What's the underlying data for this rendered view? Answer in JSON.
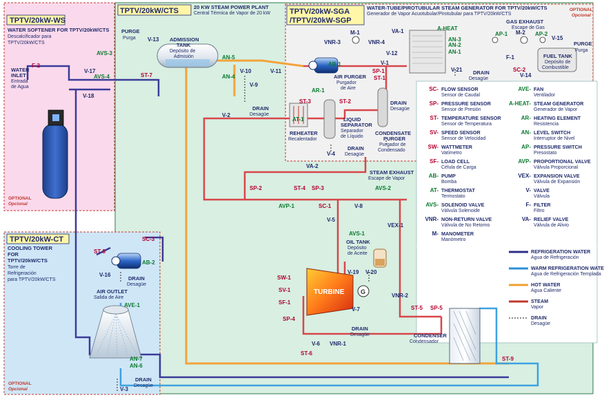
{
  "panels": {
    "ws": {
      "title": "TPTV/20kW-WS",
      "desc1": "WATER SOFTENER FOR TPTV/20kW/CTS",
      "desc2": "Descalcificador para",
      "desc3": "TPTV/20kW/CTS",
      "optional1": "OPTIONAL",
      "optional2": "Opcional"
    },
    "cts": {
      "title": "TPTV/20kW/CTS",
      "desc1": "20 KW STEAM POWER PLANT",
      "desc2": "Central Térmica de Vapor de 20 kW"
    },
    "sga": {
      "title1": "TPTV/20kW-SGA",
      "title2": "/TPTV/20kW-SGP",
      "desc1": "WATER-TUBE/PIROTUBULAR STEAM GENERATOR FOR TPTV/20kW/CTS",
      "desc2": "Generador de Vapor Acuotubular/Pirotubular para TPTV/20kW/CTS",
      "optional1": "OPTIONAL",
      "optional2": "Opcional"
    },
    "ct": {
      "title": "TPTV/20kW-CT",
      "desc1": "COOLING TOWER",
      "desc2": "FOR",
      "desc3": "TPTV/20kW/CTS",
      "desc4": "Torre de",
      "desc5": "Refrigeración",
      "desc6": "para TPTV/20kW/CTS",
      "optional1": "OPTIONAL",
      "optional2": "Opcional"
    }
  },
  "labels": {
    "water_inlet": [
      "WATER",
      "INLET",
      "Entrada",
      "de Agua"
    ],
    "purge": [
      "PURGE",
      "Purga"
    ],
    "admission_tank": [
      "ADMISSION",
      "TANK",
      "Depósito de",
      "Admisión"
    ],
    "drain": [
      "DRAIN",
      "Desagüe"
    ],
    "gas_exhaust": [
      "GAS EXHAUST",
      "Escape de Gas"
    ],
    "purge_right": [
      "PURGE",
      "Purga"
    ],
    "fuel_tank": [
      "FUEL TANK",
      "Depósito de",
      "Combustible"
    ],
    "air_purger": [
      "AIR PURGER",
      "Purgador",
      "de Aire"
    ],
    "reheater": [
      "REHEATER",
      "Recalentador"
    ],
    "liquid_separator": [
      "LIQUID",
      "SEPARATOR",
      "Separador",
      "de Líquido"
    ],
    "condensate_purger": [
      "CONDENSATE",
      "PURGER",
      "Purgador de",
      "Condensado"
    ],
    "steam_exhaust": [
      "STEAM EXHAUST",
      "Escape de Vapor"
    ],
    "oil_tank": [
      "OIL TANK",
      "Depósito",
      "de Aceite"
    ],
    "turbine": "TURBINE",
    "generator": "G",
    "condenser": [
      "CONDENSER",
      "Condensador"
    ],
    "air_outlet": [
      "AIR OUTLET",
      "Salida de Aire"
    ]
  },
  "tags": {
    "f2": "F-2",
    "avs3": "AVS-3",
    "v17": "V-17",
    "avs4": "AVS-4",
    "v18": "V-18",
    "v13": "V-13",
    "st7": "ST-7",
    "an5": "AN-5",
    "an4": "AN-4",
    "v10": "V-10",
    "v11": "V-11",
    "v9": "V-9",
    "vnr3": "VNR-3",
    "m1": "M-1",
    "vnr4": "VNR-4",
    "va1": "VA-1",
    "aheat": "A-HEAT",
    "an3": "AN-3",
    "an2": "AN-2",
    "an1": "AN-1",
    "ap1": "AP-1",
    "m2": "M-2",
    "ap2": "AP-2",
    "v15": "V-15",
    "f1": "F-1",
    "sc2": "SC-2",
    "v14": "V-14",
    "ab1": "AB-1",
    "v12": "V-12",
    "v1": "V-1",
    "sp1": "SP-1",
    "st1": "ST-1",
    "v21": "V-21",
    "ar1": "AR-1",
    "st3": "ST-3",
    "st2": "ST-2",
    "at1": "AT-1",
    "v4": "V-4",
    "v2": "V-2",
    "va2": "VA-2",
    "sp2": "SP-2",
    "st4": "ST-4",
    "sp3": "SP-3",
    "avp1": "AVP-1",
    "sc1": "SC-1",
    "v8": "V-8",
    "avs2": "AVS-2",
    "v5": "V-5",
    "avs1": "AVS-1",
    "vex1": "VEX-1",
    "v19": "V-19",
    "v20": "V-20",
    "sw1": "SW-1",
    "sv1": "SV-1",
    "sf1": "SF-1",
    "sp4": "SP-4",
    "v7": "V-7",
    "v6": "V-6",
    "vnr1": "VNR-1",
    "vnr2": "VNR-2",
    "st5": "ST-5",
    "sp5": "SP-5",
    "st6": "ST-6",
    "st9": "ST-9",
    "st8": "ST-8",
    "sc3": "SC-3",
    "ab2": "AB-2",
    "v16": "V-16",
    "ave1": "AVE-1",
    "an7": "AN-7",
    "an6": "AN-6",
    "v3": "V-3"
  },
  "legend": [
    {
      "code": "SC-",
      "en": "FLOW SENSOR",
      "es": "Sensor de Caudal",
      "col": "red"
    },
    {
      "code": "SP-",
      "en": "PRESSURE SENSOR",
      "es": "Sensor de Presión",
      "col": "red"
    },
    {
      "code": "ST-",
      "en": "TEMPERATURE SENSOR",
      "es": "Sensor de Temperatura",
      "col": "red"
    },
    {
      "code": "SV-",
      "en": "SPEED SENSOR",
      "es": "Sensor de Velocidad",
      "col": "red"
    },
    {
      "code": "SW-",
      "en": "WATTMETER",
      "es": "Vatímetro",
      "col": "red"
    },
    {
      "code": "SF-",
      "en": "LOAD CELL",
      "es": "Célula de Carga",
      "col": "red"
    },
    {
      "code": "AB-",
      "en": "PUMP",
      "es": "Bomba",
      "col": "green"
    },
    {
      "code": "AT-",
      "en": "THERMOSTAT",
      "es": "Termostato",
      "col": "green"
    },
    {
      "code": "AVS-",
      "en": "SOLENOID VALVE",
      "es": "Válvula Solenoide",
      "col": "green"
    },
    {
      "code": "VNR-",
      "en": "NON-RETURN VALVE",
      "es": "Válvula de No Retorno",
      "col": "blue"
    },
    {
      "code": "M-",
      "en": "MANOMETER",
      "es": "Manómetro",
      "col": "blue"
    },
    {
      "code": "AVE-",
      "en": "FAN",
      "es": "Ventilador",
      "col": "green"
    },
    {
      "code": "A-HEAT-",
      "en": "STEAM GENERATOR",
      "es": "Generador de Vapor",
      "col": "green"
    },
    {
      "code": "AR-",
      "en": "HEATING ELEMENT",
      "es": "Resistencia",
      "col": "green"
    },
    {
      "code": "AN-",
      "en": "LEVEL SWITCH",
      "es": "Interruptor de Nivel",
      "col": "green"
    },
    {
      "code": "AP-",
      "en": "PRESSURE SWITCH",
      "es": "Presostato",
      "col": "green"
    },
    {
      "code": "AVP-",
      "en": "PROPORTIONAL VALVE",
      "es": "Válvula Proporcional",
      "col": "green"
    },
    {
      "code": "VEX-",
      "en": "EXPANSION VALVE",
      "es": "Válvula de Expansión",
      "col": "blue"
    },
    {
      "code": "V-",
      "en": "VALVE",
      "es": "Válvula",
      "col": "blue"
    },
    {
      "code": "F-",
      "en": "FILTER",
      "es": "Filtro",
      "col": "blue"
    },
    {
      "code": "VA-",
      "en": "RELIEF VALVE",
      "es": "Válvula de Alivio",
      "col": "blue"
    }
  ],
  "legend_lines": [
    {
      "en": "REFRIGERATION WATER",
      "es": "Agua de Refrigeración",
      "color": "#2e2f8c"
    },
    {
      "en": "WARM REFRIGERATION WATER",
      "es": "Agua de Refrigeración Templada",
      "color": "#2a8fd6"
    },
    {
      "en": "HOT WATER",
      "es": "Agua Caliente",
      "color": "#f0a030"
    },
    {
      "en": "STEAM",
      "es": "Vapor",
      "color": "#c0392b"
    },
    {
      "en": "DRAIN",
      "es": "Desagüe",
      "color": "#444444"
    }
  ],
  "colors": {
    "steam": "#d8464a",
    "hot": "#f2a33a",
    "refrig": "#3a3b99",
    "warm": "#3da1e0",
    "drain": "#555555",
    "ws_bg": "#fbd9ec",
    "cts_bg": "#d8efe2",
    "sga_bg": "#f2f2f2",
    "ct_bg": "#cfe6f7"
  }
}
